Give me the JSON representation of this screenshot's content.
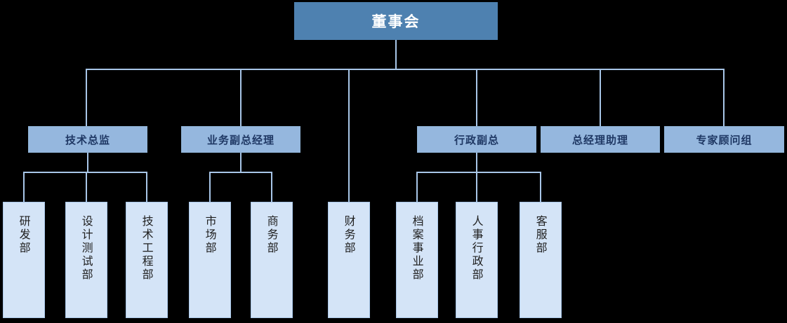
{
  "chart": {
    "title_node": "董事会",
    "background": "#000000",
    "colors": {
      "level1_fill": "#4E81B0",
      "level1_text": "#FFFFFF",
      "level2_fill": "#95B7DE",
      "level2_text": "#1F3864",
      "level3_fill": "#D4E4F7",
      "level3_text": "#202020",
      "connector": "#A8C6E8"
    },
    "levels": {
      "level1": [
        {
          "label": "董事会"
        }
      ],
      "level2": [
        {
          "label": "技术总监"
        },
        {
          "label": "业务副总经理"
        },
        {
          "label": "行政副总"
        },
        {
          "label": "总经理助理"
        },
        {
          "label": "专家顾问组"
        }
      ],
      "level3": [
        {
          "label": "研发部",
          "parent": "技术总监"
        },
        {
          "label": "设计测试部",
          "parent": "技术总监"
        },
        {
          "label": "技术工程部",
          "parent": "技术总监"
        },
        {
          "label": "市场部",
          "parent": "业务副总经理"
        },
        {
          "label": "商务部",
          "parent": "业务副总经理"
        },
        {
          "label": "财务部",
          "parent": "董事会"
        },
        {
          "label": "档案事业部",
          "parent": "行政副总"
        },
        {
          "label": "人事行政部",
          "parent": "行政副总"
        },
        {
          "label": "客服部",
          "parent": "行政副总"
        }
      ]
    }
  }
}
